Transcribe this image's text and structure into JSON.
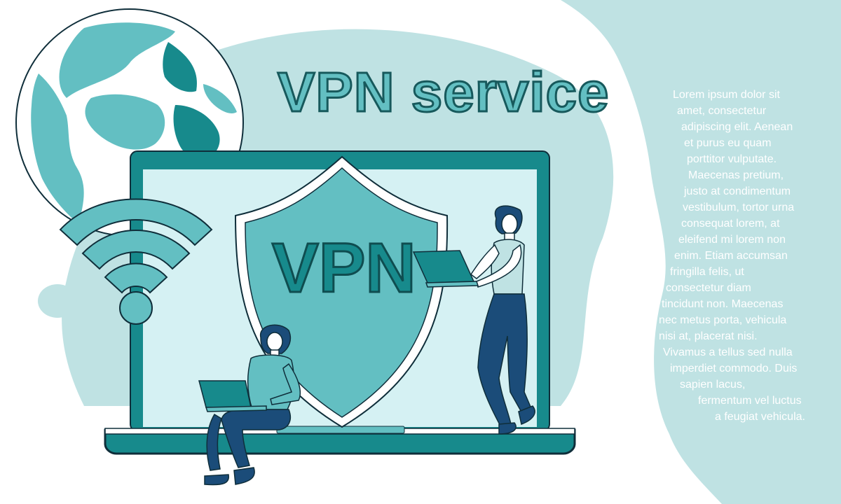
{
  "heading": "VPN service",
  "shield_label": "VPN",
  "body_lines": [
    "Lorem ipsum dolor sit",
    "amet, consectetur",
    "adipiscing elit. Aenean",
    "et purus eu quam",
    "porttitor vulputate.",
    "Maecenas pretium,",
    "justo at condimentum",
    "vestibulum, tortor urna",
    "consequat lorem, at",
    "eleifend mi lorem non",
    "enim. Etiam accumsan",
    "fringilla felis, ut",
    "consectetur diam",
    "tincidunt non. Maecenas",
    "nec metus porta, vehicula",
    "nisi at, placerat nisi.",
    "Vivamus a tellus sed nulla",
    "imperdiet commodo. Duis",
    "sapien lacus,",
    "fermentum vel luctus",
    "a feugiat vehicula."
  ],
  "colors": {
    "teal_dark": "#178a8c",
    "teal_mid": "#63bfc2",
    "teal_pale": "#bfe2e3",
    "screen_bg": "#d5f1f3",
    "navy": "#1b4c79",
    "outline": "#0f2e3a"
  },
  "icons": [
    "globe-icon",
    "wifi-icon",
    "shield-icon",
    "laptop-icon"
  ]
}
